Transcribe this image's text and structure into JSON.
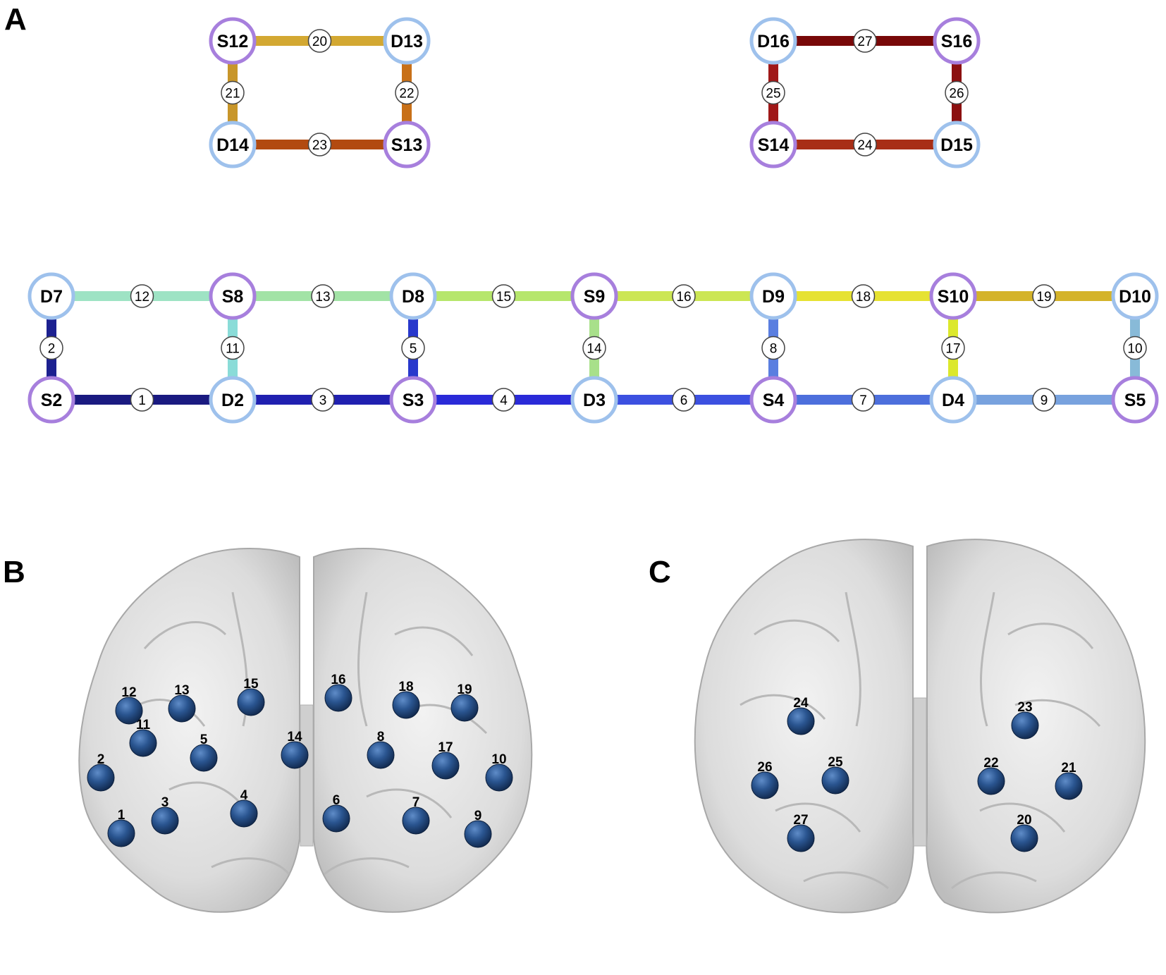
{
  "panels": [
    {
      "id": "A",
      "label": "A"
    },
    {
      "id": "B",
      "label": "B"
    },
    {
      "id": "C",
      "label": "C"
    }
  ],
  "colors": {
    "source_ring": "#a77fdd",
    "detector_ring": "#9ec1ec",
    "electrode": "#2a5590",
    "brain": "#d8d8d8"
  },
  "nodes": [
    {
      "id": "S12",
      "label": "S12",
      "type": "source"
    },
    {
      "id": "D13",
      "label": "D13",
      "type": "detector"
    },
    {
      "id": "D14",
      "label": "D14",
      "type": "detector"
    },
    {
      "id": "S13",
      "label": "S13",
      "type": "source"
    },
    {
      "id": "D16",
      "label": "D16",
      "type": "detector"
    },
    {
      "id": "S16",
      "label": "S16",
      "type": "source"
    },
    {
      "id": "S14",
      "label": "S14",
      "type": "source"
    },
    {
      "id": "D15",
      "label": "D15",
      "type": "detector"
    },
    {
      "id": "D7",
      "label": "D7",
      "type": "detector"
    },
    {
      "id": "S8",
      "label": "S8",
      "type": "source"
    },
    {
      "id": "D8",
      "label": "D8",
      "type": "detector"
    },
    {
      "id": "S9",
      "label": "S9",
      "type": "source"
    },
    {
      "id": "D9",
      "label": "D9",
      "type": "detector"
    },
    {
      "id": "S10",
      "label": "S10",
      "type": "source"
    },
    {
      "id": "D10",
      "label": "D10",
      "type": "detector"
    },
    {
      "id": "S2",
      "label": "S2",
      "type": "source"
    },
    {
      "id": "D2",
      "label": "D2",
      "type": "detector"
    },
    {
      "id": "S3",
      "label": "S3",
      "type": "source"
    },
    {
      "id": "D3",
      "label": "D3",
      "type": "detector"
    },
    {
      "id": "S4",
      "label": "S4",
      "type": "source"
    },
    {
      "id": "D4",
      "label": "D4",
      "type": "detector"
    },
    {
      "id": "S5",
      "label": "S5",
      "type": "source"
    }
  ],
  "channels": [
    {
      "label": "1",
      "from": "S2",
      "to": "D2",
      "color": "#1a1a80"
    },
    {
      "label": "2",
      "from": "D7",
      "to": "S2",
      "color": "#1c2090"
    },
    {
      "label": "3",
      "from": "D2",
      "to": "S3",
      "color": "#2020b0"
    },
    {
      "label": "4",
      "from": "S3",
      "to": "D3",
      "color": "#2a2ad8"
    },
    {
      "label": "5",
      "from": "D8",
      "to": "S3",
      "color": "#2838cc"
    },
    {
      "label": "6",
      "from": "D3",
      "to": "S4",
      "color": "#3c50e0"
    },
    {
      "label": "7",
      "from": "S4",
      "to": "D4",
      "color": "#4d6fdc"
    },
    {
      "label": "8",
      "from": "D9",
      "to": "S4",
      "color": "#5a7ee0"
    },
    {
      "label": "9",
      "from": "D4",
      "to": "S5",
      "color": "#78a2de"
    },
    {
      "label": "10",
      "from": "D10",
      "to": "S5",
      "color": "#88bad8"
    },
    {
      "label": "11",
      "from": "S8",
      "to": "D2",
      "color": "#8adcd8"
    },
    {
      "label": "12",
      "from": "D7",
      "to": "S8",
      "color": "#9ee3c4"
    },
    {
      "label": "13",
      "from": "S8",
      "to": "D8",
      "color": "#a2e3a6"
    },
    {
      "label": "14",
      "from": "S9",
      "to": "D3",
      "color": "#a8e08a"
    },
    {
      "label": "15",
      "from": "D8",
      "to": "S9",
      "color": "#b6e66c"
    },
    {
      "label": "16",
      "from": "S9",
      "to": "D9",
      "color": "#cce654"
    },
    {
      "label": "17",
      "from": "S10",
      "to": "D4",
      "color": "#dce82c"
    },
    {
      "label": "18",
      "from": "D9",
      "to": "S10",
      "color": "#e6e232"
    },
    {
      "label": "19",
      "from": "S10",
      "to": "D10",
      "color": "#d4b32a"
    },
    {
      "label": "20",
      "from": "S12",
      "to": "D13",
      "color": "#d3a832"
    },
    {
      "label": "21",
      "from": "S12",
      "to": "D14",
      "color": "#c8962a"
    },
    {
      "label": "22",
      "from": "D13",
      "to": "S13",
      "color": "#c87018"
    },
    {
      "label": "23",
      "from": "D14",
      "to": "S13",
      "color": "#b24a10"
    },
    {
      "label": "24",
      "from": "S14",
      "to": "D15",
      "color": "#a82e16"
    },
    {
      "label": "25",
      "from": "D16",
      "to": "S14",
      "color": "#a01818"
    },
    {
      "label": "26",
      "from": "S16",
      "to": "D15",
      "color": "#8c1010"
    },
    {
      "label": "27",
      "from": "D16",
      "to": "S16",
      "color": "#780808"
    }
  ],
  "brain_b": {
    "electrodes": [
      {
        "label": "1"
      },
      {
        "label": "2"
      },
      {
        "label": "3"
      },
      {
        "label": "4"
      },
      {
        "label": "5"
      },
      {
        "label": "6"
      },
      {
        "label": "7"
      },
      {
        "label": "8"
      },
      {
        "label": "9"
      },
      {
        "label": "10"
      },
      {
        "label": "11"
      },
      {
        "label": "12"
      },
      {
        "label": "13"
      },
      {
        "label": "14"
      },
      {
        "label": "15"
      },
      {
        "label": "16"
      },
      {
        "label": "17"
      },
      {
        "label": "18"
      },
      {
        "label": "19"
      }
    ]
  },
  "brain_c": {
    "electrodes": [
      {
        "label": "20"
      },
      {
        "label": "21"
      },
      {
        "label": "22"
      },
      {
        "label": "23"
      },
      {
        "label": "24"
      },
      {
        "label": "25"
      },
      {
        "label": "26"
      },
      {
        "label": "27"
      }
    ]
  }
}
